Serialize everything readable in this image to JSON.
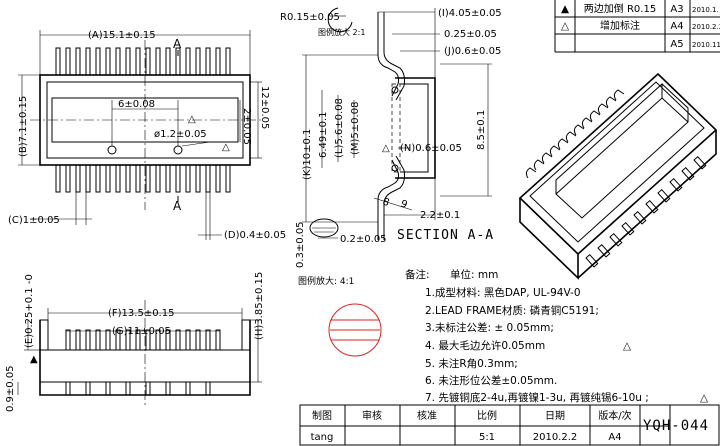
{
  "revision_table": {
    "rows": [
      {
        "symbol": "▲",
        "desc": "两边加倒 R0.15",
        "rev": "A3",
        "date": "2010.1."
      },
      {
        "symbol": "△",
        "desc": "增加标注",
        "rev": "A4",
        "date": "2010.2.2"
      },
      {
        "symbol": "",
        "desc": "",
        "rev": "A5",
        "date": "2010.11."
      }
    ]
  },
  "top_view": {
    "dim_a": "(A)15.1±0.15",
    "dim_b": "(B)7.1±0.15",
    "dim_c": "(C)1±0.05",
    "dim_d": "(D)0.4±0.05",
    "dim_pitch": "6±0.08",
    "dim_pin": "ø1.2±0.05",
    "dim_2": "2±0.05",
    "dim_12": "12±0.05",
    "section_mark_top": "A",
    "section_mark_bottom": "A",
    "rev_marks": [
      "△",
      "△",
      "△"
    ]
  },
  "section_view": {
    "dim_r": "R0.15±0.05",
    "detail_note": "图例放大 2:1",
    "dim_i": "(I)4.05±0.05",
    "dim_025": "0.25±0.05",
    "dim_j": "(J)0.6±0.05",
    "dim_k": "(K)10±0.1",
    "dim_649": "6.49±0.1",
    "dim_l": "(L)5.6±0.08",
    "dim_m": "(M)5±0.08",
    "dim_n": "(N)0.6±0.05",
    "dim_85": "8.5±0.1",
    "dim_8": "8",
    "dim_9": "9",
    "dim_22": "2.2±0.1",
    "dim_03": "0.3±0.05",
    "dim_02": "0.2±0.05",
    "section_label": "SECTION A-A",
    "detail_scale": "图例放大: 4:1"
  },
  "front_view": {
    "dim_e": "(E)0.25+0.1 -0",
    "dim_f": "(F)13.5±0.15",
    "dim_g": "(G)11±0.05",
    "dim_h": "(H)3.85±0.15",
    "dim_09": "0.9±0.05",
    "rev_mark": "▲"
  },
  "notes": {
    "header": "备注:",
    "unit": "单位: mm",
    "items": [
      "1.成型材料: 黑色DAP, UL-94V-0",
      "2.LEAD FRAME材质: 磷青铜C5191;",
      "3.未标注公差: ± 0.05mm;",
      "4. 最大毛边允许0.05mm",
      "5. 未注R角0.3mm;",
      "6. 未注形位公差±0.05mm.",
      "7. 先镀铜底2-4u,再镀镍1-3u, 再镀纯锡6-10u ;"
    ],
    "rev_marks": [
      "△",
      "△"
    ]
  },
  "title_block": {
    "headers": [
      "制图",
      "审核",
      "核准",
      "比例",
      "日期",
      "版本/次"
    ],
    "values": [
      "tang",
      "",
      "",
      "5:1",
      "2010.2.2",
      "A4"
    ],
    "part_no": "YQH-044"
  }
}
